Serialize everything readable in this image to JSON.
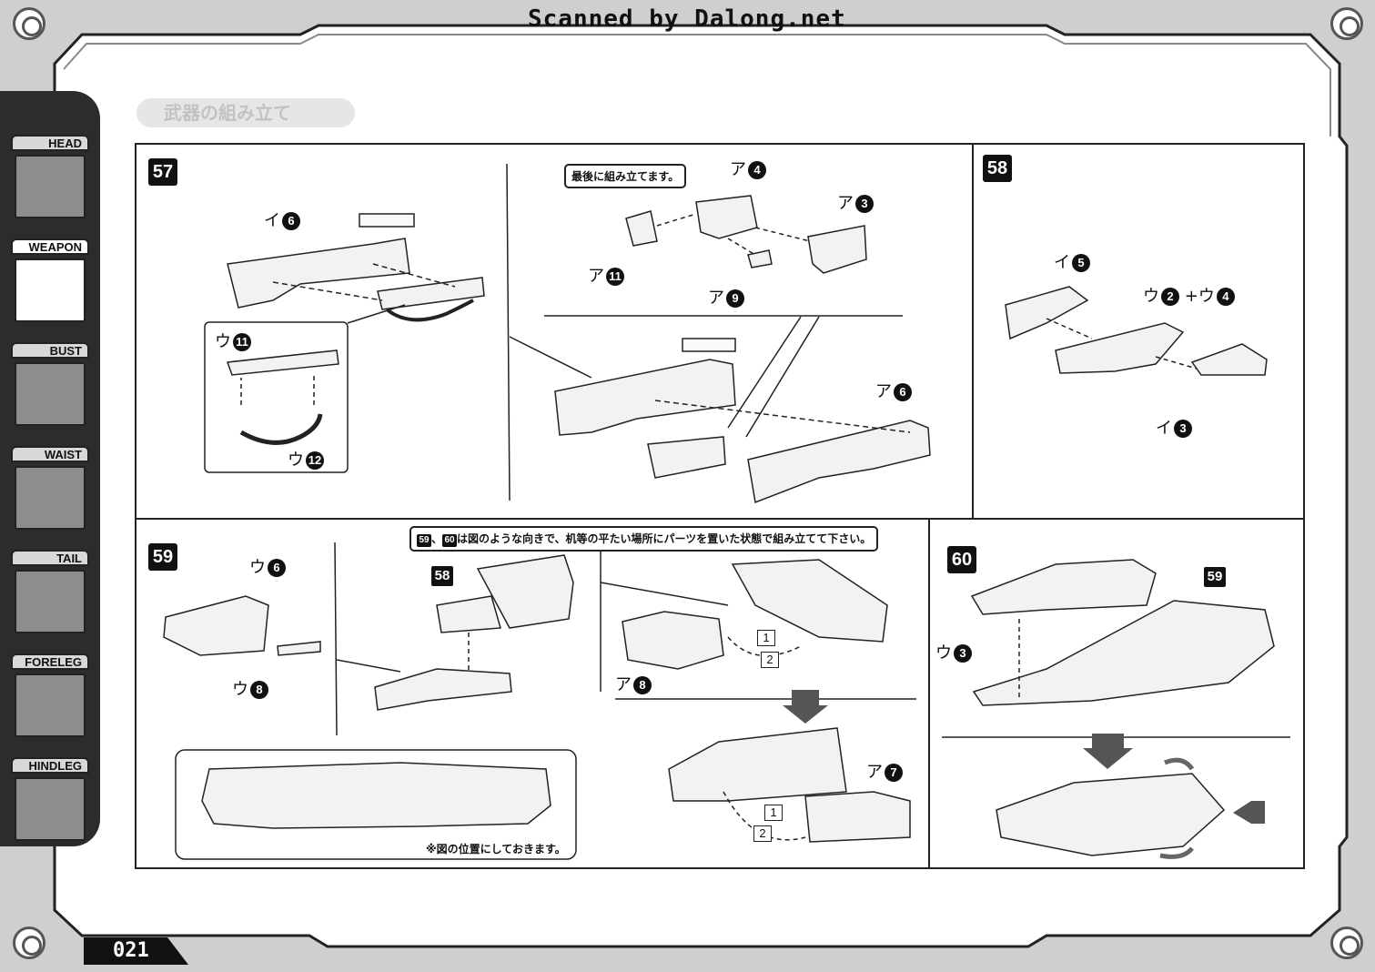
{
  "scan_title": "Scanned by Dalong.net",
  "ghost_title": "武器の組み立て",
  "page_number": "021",
  "sidebar": {
    "items": [
      {
        "label": "HEAD",
        "active": false
      },
      {
        "label": "WEAPON",
        "active": true
      },
      {
        "label": "BUST",
        "active": false
      },
      {
        "label": "WAIST",
        "active": false
      },
      {
        "label": "TAIL",
        "active": false
      },
      {
        "label": "FORELEG",
        "active": false
      },
      {
        "label": "HINDLEG",
        "active": false
      }
    ]
  },
  "steps": {
    "s57": {
      "number": "57",
      "note_last": "最後に組み立てます。",
      "parts": {
        "i6": {
          "prefix": "イ",
          "num": "6"
        },
        "u11": {
          "prefix": "ウ",
          "num": "11"
        },
        "u12": {
          "prefix": "ウ",
          "num": "12"
        },
        "a4": {
          "prefix": "ア",
          "num": "4"
        },
        "a3": {
          "prefix": "ア",
          "num": "3"
        },
        "a11": {
          "prefix": "ア",
          "num": "11"
        },
        "a9": {
          "prefix": "ア",
          "num": "9"
        },
        "a6": {
          "prefix": "ア",
          "num": "6"
        }
      }
    },
    "s58": {
      "number": "58",
      "parts": {
        "i5": {
          "prefix": "イ",
          "num": "5"
        },
        "u2": {
          "prefix": "ウ",
          "num": "2"
        },
        "plus": "+ウ",
        "u4": {
          "num": "4"
        },
        "i3": {
          "prefix": "イ",
          "num": "3"
        }
      }
    },
    "s59": {
      "number": "59",
      "note_orientation": {
        "ref1": "59",
        "sep": "、",
        "ref2": "60",
        "text": "は図のような向きで、机等の平たい場所にパーツを置いた状態で組み立てて下さい。"
      },
      "ref_58": "58",
      "note_position": "※図の位置にしておきます。",
      "parts": {
        "u6": {
          "prefix": "ウ",
          "num": "6"
        },
        "u8": {
          "prefix": "ウ",
          "num": "8"
        },
        "a8": {
          "prefix": "ア",
          "num": "8"
        },
        "a7": {
          "prefix": "ア",
          "num": "7"
        }
      },
      "order": [
        "1",
        "2",
        "1",
        "2"
      ]
    },
    "s60": {
      "number": "60",
      "ref_59": "59",
      "parts": {
        "u3": {
          "prefix": "ウ",
          "num": "3"
        }
      }
    }
  }
}
